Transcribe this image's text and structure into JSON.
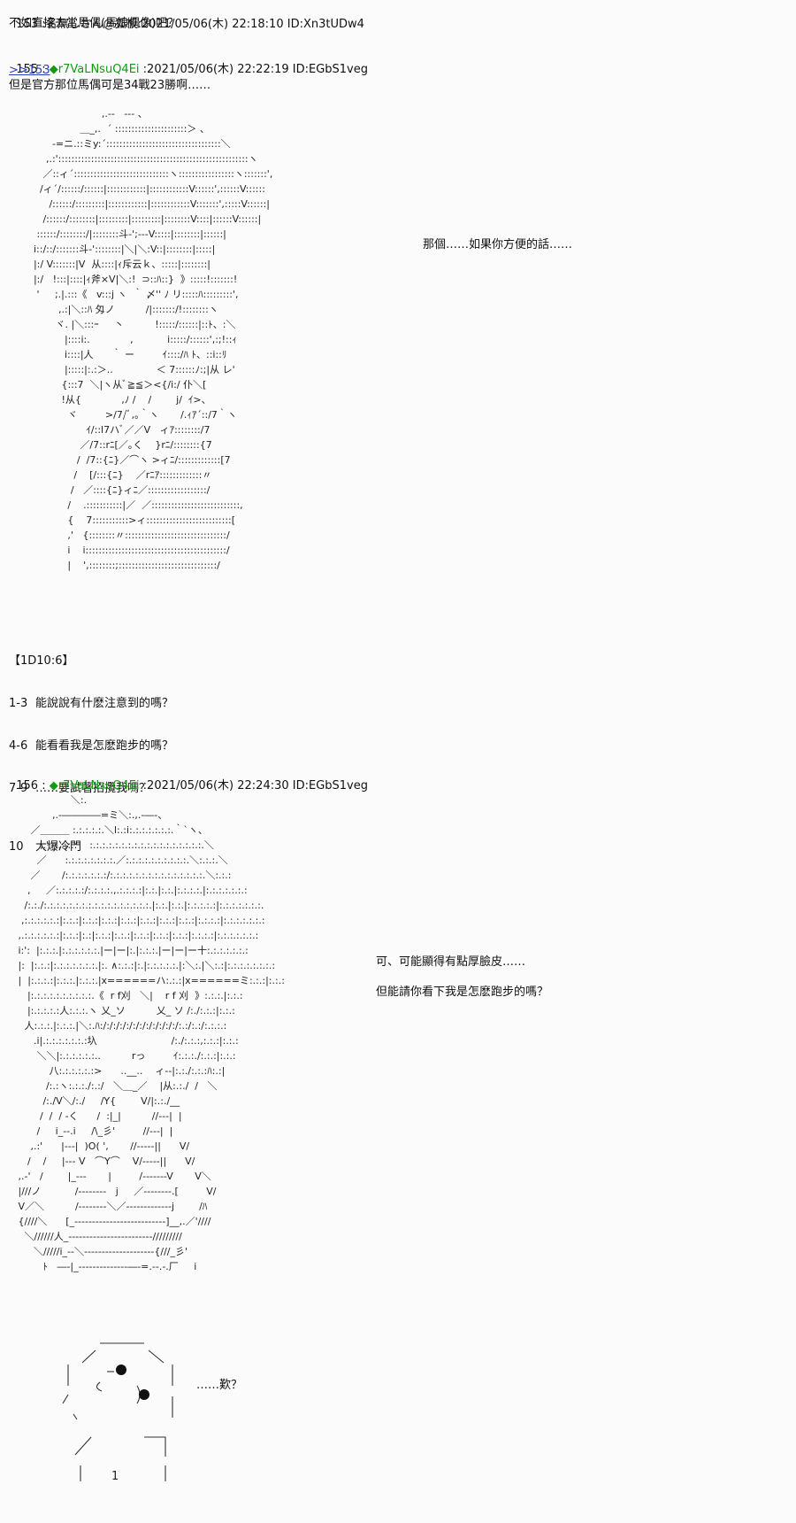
{
  "posts": [
    {
      "number": "153",
      "sep": " :",
      "name": "名無しさん@狐板",
      "datetime": ":2021/05/06(木) 22:18:10",
      "id": " ID:Xn3tUDw4",
      "body": "不如直接去當馬偶(馬娘偶像)吧？"
    },
    {
      "number": "155",
      "sep": " : ",
      "trip": "◆r7VaLNsuQ4Ei",
      "datetime": " :2021/05/06(木) 22:22:19",
      "id": " ID:EGbS1veg",
      "reply_link": ">>153",
      "body": "但是官方那位馬偶可是34戰23勝啊……",
      "aa_side_text": "那個……如果你方便的話……"
    },
    {
      "number": "156",
      "sep": " : ",
      "trip": "◆r7VaLNsuQ4Ei",
      "datetime": " :2021/05/06(木) 22:24:30",
      "id": " ID:EGbS1veg",
      "aa_side_text_1": "可、可能顯得有點厚臉皮……",
      "aa_side_text_2": "但能請你看下我是怎麽跑步的嗎？",
      "small_aa_text": "……歎？"
    }
  ],
  "dice": {
    "header": "【1D10:6】",
    "options": [
      {
        "range": "1-3",
        "text": "能說說有什麽注意到的嗎？"
      },
      {
        "range": "4-6",
        "text": "能看看我是怎麽跑步的嗎？"
      },
      {
        "range": "7-9",
        "text": "……要試著招攬我嗎？"
      },
      {
        "range": "10",
        "text": "大爆冷門"
      }
    ]
  },
  "aa_lines": {
    "first": [
      "                              ,.-‐   -‐- 、",
      "                       ＿_,.  ´ ::::::::::::::::::::::＞ 、",
      "              -=ニ.::ミy:´:::::::::::::::::::::::::::::::::::＼",
      "            ,.:'::::::::::::::::::::::::::::::::::::::::::::::::::::::::::ヽ",
      "           ／::ィ´:::::::::::::::::::::::::::::ヽ:::::::::::::::::ヽ:::::::',",
      "          /ィ´/::::::/::::::|::::::::::::|::::::::::::V::::::',::::::V::::::",
      "             /::::::/:::::::::|::::::::::::|::::::::::::V:::::::',:::::V::::::|",
      "           /::::::/::::::::|:::::::::|:::::::::|::::::::V::::|::::::V::::::|",
      "         ::::::/::::::::/|::::::::斗‐';‐‐‐V:::::|::::::::|::::::|",
      "        i::/::/:::::::斗‐'::::::::|＼|＼:V::|::::::::|:::::|",
      "        |:/ V:::::::|V  从::::|ｨ斥云ｋ、:::::|::::::::|",
      "        |:/   !:::|::::|ｨ斧×V|＼:!  ⊃::ﾊ::}  》:::::!:::::::!",
      "         '     ;.|.:::《   v:::j ヽ  ｀ 〆'' ﾉ リ:::::ﾊ:::::::::',",
      "                ,.:|＼::ﾊ 匁ノ          /|:::::::/!::::::::ヽ",
      "               ヾ. |＼:::ｰ     丶          !:::::/::::::|::ﾄ、:＼",
      "                  |::::i:.             ,           i:::::/::::::',:;!::ｨ",
      "                  i::::|人      ｀ ー         ｲ::::/ﾊ ﾄ、::i::ﾘ",
      "                  |:::::|:.:＞..              ＜ 7::::::ﾉ:;|从 レ'",
      "                 {:::7  ＼|ヽ从ﾞ≧≦＞<{/i:/ 仆＼[",
      "                 !从{             ,ﾉ /    /        j/  ｲ>、",
      "                   ヾ         >/7/ﾞ,｡｀ヽ       /.ｨｱ´::/7｀ヽ",
      "                         ｲ/::l7ハﾞ／／V   ィｱ::::::::/7",
      "                       ／/7::rﾆ[／｡く    }rﾆ/::::::::{7",
      "                      /  /7::{ﾆ}／⌒ヽ >ィﾆ/:::::::::::::[7",
      "                     /    [/:::{ﾆ}    ／rﾆｱ:::::::::::::〃",
      "                    /   ／::::{ﾆ}ィﾆ／::::::::::::::::::/",
      "                   /    .:::::::::::|／  ／:::::::::::::::::::::::::::,",
      "                   {    7:::::::::::>ィ::::::::::::::::::::::::::[",
      "                   ,'   {::::::::〃:::::::::::::::::::::::::::::::/",
      "                   i    i:::::::::::::::::::::::::::::::::::::::::::/",
      "                   |    ',::::::::;::::::::::::::::::::::::::::::/"
    ],
    "first_right": [
      "",
      "",
      "",
      "",
      "",
      "",
      "",
      "",
      "",
      "",
      "",
      "",
      "",
      "",
      "",
      "",
      "",
      "",
      "",
      "",
      "",
      "",
      "",
      "",
      "",
      "",
      "",
      "",
      "",
      "",
      ""
    ],
    "second": [
      "                    ＼:.",
      "              ,.-――――=ミ＼:.,.-―-、",
      "       ／＿＿＿ :.:.:.:.:.＼l:.:i:.:.:.:.:.:.:.｀`ヽ、",
      "          ,.'  :.:.:.:    :.:.:.:.:.:.:.:.:.:.:.:.:.:.:.:.:.:.＼",
      "         ／      :.:.:.:.:.:.:.:.／:.:.:.:.:.:.:.:.:.:.＼:.:.:.＼",
      "       ／       /:.:.:.:.:.:.:/:.:.:.:.:.:.:.:.:.:.:.:.:.:.:.＼:.:.:",
      "      ,     ／:.:.:.:.:/:.:.:.:.,.:.:.:.:|:.:.|:.:.|:.:.:.:.|:.:.:.:.:.:.:",
      "     /:.:./:.:.:.:.:.:.:.:.:.:.:.:.:.:.:.:.:.|:.:.|:.:.|:.:.:.:.:|:.:.:.:.:.:.:.",
      "    ,:.:.:.:.:.:|:.:.:|:.:.:|:.:.:|:.:.:|:.:.:|:.:.:|:.:.:|:.:.:.:|:.:.:.:.:.:.:",
      "   ,.:.:.:.:.:.:|:.:.:|:.:|:.:.:|:.:.:|:.:.:|:.:.:|:.:.:|:.:.:.:|:.:.:.:.:.:.:",
      "   i:':  |:.:.:.|:.:.:.:.:.:.|ー|ー|:.|:.:.:.|ー|ー|ー十:.:.:.:.:.:.:",
      "   |:  |:.:.:|:.:.:.:.:.:.:.|:. ∧:.:.:|:.|:.:.:.:.:.|:＼:.|＼:.:|:.:.:.:.:.:.:.:",
      "   |  |:.:.:.:|:.:.:.|:.:.:.|x======ハ:.:.:|x======ミ:.:.:|:.:.:",
      "      |:.:.:.:.:.:.:.:.:.:.《  r f刈   ＼|    r f 刈  》:.:.:.|:.:.:",
      "      |:.:.:.:.:人:.:.:.ヽ 乂_ソ          乂_ ソ /:./:.:.:|:.:.:",
      "     人:.:.:.|:.:.:.|＼:.ﾊ:/:/:/:/:/:/:/:/:/:/:/:/:.:/:.:/:.:.:.:",
      "        .i|.:.:.:.:.:.:.:圦                        /:./:.:.:,:.:.:|:.:.:",
      "         ＼＼|:.:.:.:.:.:..          rっ         ｲ:.:.:./:.:.:|:.:.:",
      "             八:.:.:.:.:.:>      ..__..    ィ‐‐|:.:./:.:.:ﾊ:.:|",
      "            /:.:ヽ:.:.:./:.:/   ＼＿_／    |从:.:./  /   ＼",
      "           /:./V＼/:./     /Y{        V/|:.:./__",
      "          /  /  / ‐く      /  :|_|          //‐-‐|  |",
      "         /     i_‐-.i     /\\_彡'         //‐-‐|  |",
      "       ,.:'      |‐-‐|  )O( ',       //‐-‐-‐||      V/",
      "      /    /     |‐-‐ V   ⌒Y⌒    V/‐-‐-‐||      V/",
      "   ,.-'   /        |_‐-‐       |         /‐-‐-‐-‐V       V＼",
      "   |///ノ           /‐-‐-‐-‐-   j     ／‐-‐-‐-‐-.[         V/",
      "   V／＼          /‐-‐-‐-‐-＼／‐-‐-‐-‐-‐-‐-‐j        /ﾊ",
      "   {////＼      [_-‐-‐-‐-‐-‐-‐-‐-‐-‐-‐-‐-‐-‐]__,.／'////",
      "     ＼//////人_‐-‐-‐-‐-‐-‐-‐-‐-‐-‐-‐-‐-/////////",
      "        ＼/////i_‐-＼‐-‐-‐-‐-‐-‐-‐-‐-‐-‐-{///_彡'",
      "           ﾄ   ―‐|_‐-‐-‐-‐-‐-‐-‐-―‐=.‐-.‐.厂     i"
    ]
  }
}
